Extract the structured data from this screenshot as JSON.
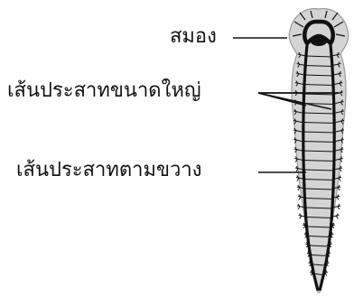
{
  "labels": {
    "brain": "สมอง",
    "major_nerve_cords": "เส้นประสาทขนาดใหญ่",
    "transverse_nerves": "เส้นประสาทตามขวาง"
  },
  "colors": {
    "body_fill": "#d4d4d4",
    "body_outline": "#9a9a9a",
    "nerve": "#111111",
    "text": "#111111",
    "background": "#ffffff"
  }
}
